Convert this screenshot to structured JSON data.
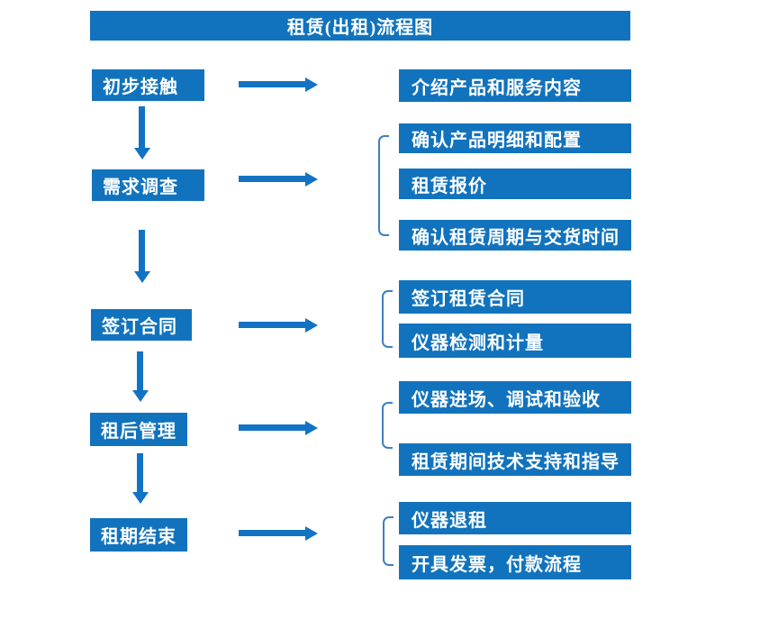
{
  "title": "租赁(出租)流程图",
  "colors": {
    "box_fill": "#1173BD",
    "arrow": "#1273C4",
    "bracket": "#3E7FC1",
    "text": "#FFFFFF",
    "background": "#FFFFFF"
  },
  "stages": [
    {
      "label": "初步接触",
      "details": [
        "介绍产品和服务内容"
      ]
    },
    {
      "label": "需求调查",
      "details": [
        "确认产品明细和配置",
        "租赁报价",
        "确认租赁周期与交货时间"
      ]
    },
    {
      "label": "签订合同",
      "details": [
        "签订租赁合同",
        "仪器检测和计量"
      ]
    },
    {
      "label": "租后管理",
      "details": [
        "仪器进场、调试和验收",
        "租赁期间技术支持和指导"
      ]
    },
    {
      "label": "租期结束",
      "details": [
        "仪器退租",
        "开具发票，付款流程"
      ]
    }
  ]
}
